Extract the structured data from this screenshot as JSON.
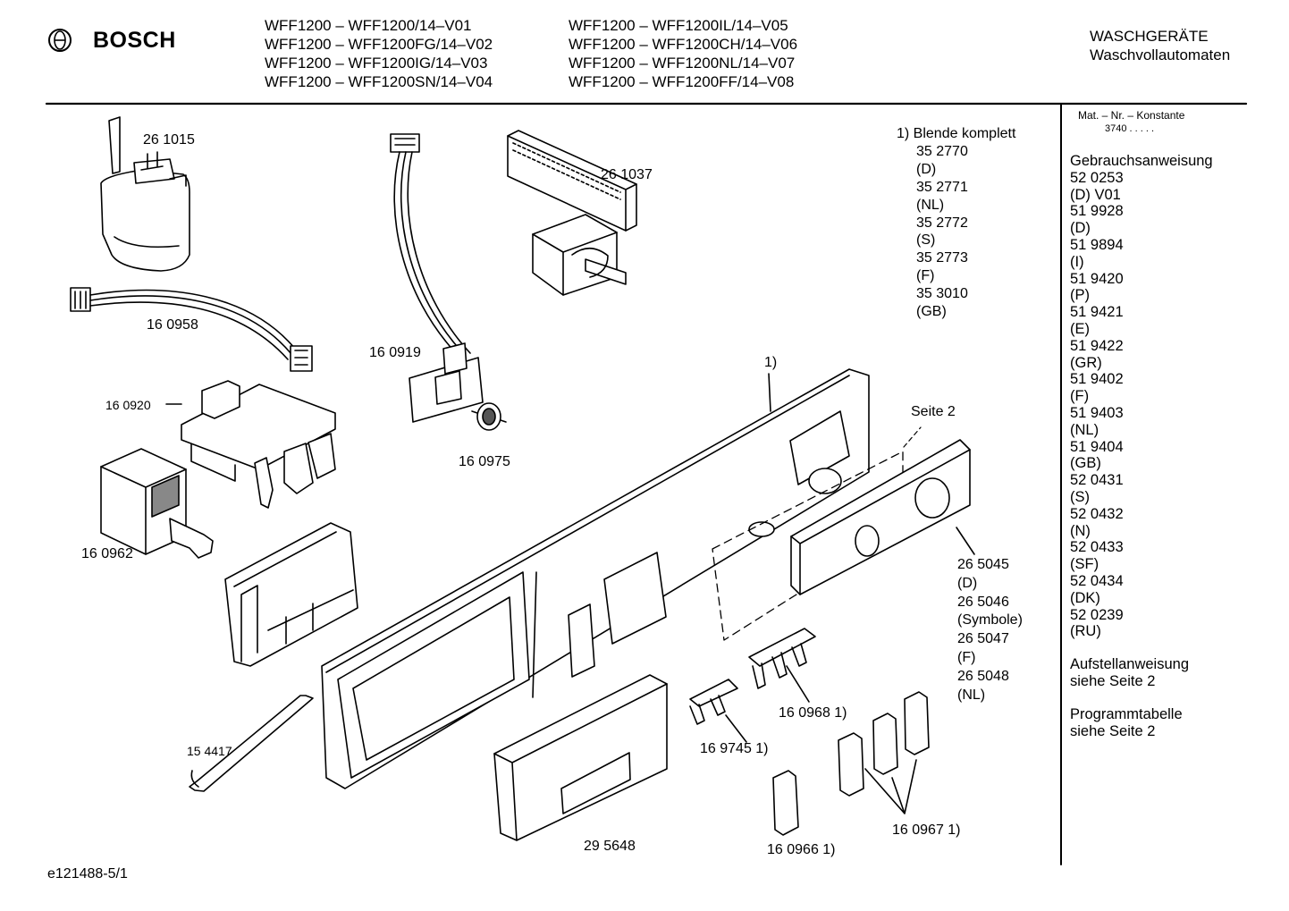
{
  "brand": {
    "name": "BOSCH"
  },
  "models_col1": [
    "WFF1200 – WFF1200/14–V01",
    "WFF1200 – WFF1200FG/14–V02",
    "WFF1200 – WFF1200IG/14–V03",
    "WFF1200 – WFF1200SN/14–V04"
  ],
  "models_col2": [
    "WFF1200 – WFF1200IL/14–V05",
    "WFF1200 – WFF1200CH/14–V06",
    "WFF1200 – WFF1200NL/14–V07",
    "WFF1200 – WFF1200FF/14–V08"
  ],
  "category": {
    "line1": "WASCHGERÄTE",
    "line2": "Waschvollautomaten"
  },
  "sidebar": {
    "mat_header": "Mat. – Nr. – Konstante",
    "mat_value": "3740  .  .  .  .  .",
    "gebrauch_title": "Gebrauchsanweisung",
    "gebrauch_items": [
      "52 0253",
      "(D) V01",
      "51 9928",
      "(D)",
      "51 9894",
      "(I)",
      "51 9420",
      "(P)",
      "51 9421",
      "(E)",
      "51 9422",
      "(GR)",
      "51 9402",
      "(F)",
      "51 9403",
      "(NL)",
      "51 9404",
      "(GB)",
      "52 0431",
      "(S)",
      "52 0432",
      "(N)",
      "52 0433",
      "(SF)",
      "52 0434",
      "(DK)",
      "52 0239",
      "(RU)"
    ],
    "aufstell_line1": "Aufstellanweisung",
    "aufstell_line2": "siehe Seite 2",
    "programm_line1": "Programmtabelle",
    "programm_line2": "siehe Seite 2"
  },
  "blende": {
    "title": "1) Blende komplett",
    "items": [
      "35 2770",
      "(D)",
      "35 2771",
      "(NL)",
      "35 2772",
      "(S)",
      "35 2773",
      "(F)",
      "35 3010",
      "(GB)"
    ]
  },
  "panel_parts": [
    "26 5045",
    "(D)",
    "26 5046",
    "(Symbole)",
    "26 5047",
    "(F)",
    "26 5048",
    "(NL)"
  ],
  "labels": {
    "p261015": "26 1015",
    "p261037": "26 1037",
    "p160958": "16 0958",
    "p160919": "16 0919",
    "p160920": "16 0920",
    "p160975": "16 0975",
    "p160962": "16 0962",
    "p154417": "15 4417",
    "p295648": "29 5648",
    "p169745": "16 9745 1)",
    "p160968": "16 0968 1)",
    "p160966": "16 0966 1)",
    "p160967": "16 0967 1)",
    "marker1": "1)",
    "seite2": "Seite 2"
  },
  "footer": {
    "code": "e121488-5/1"
  }
}
